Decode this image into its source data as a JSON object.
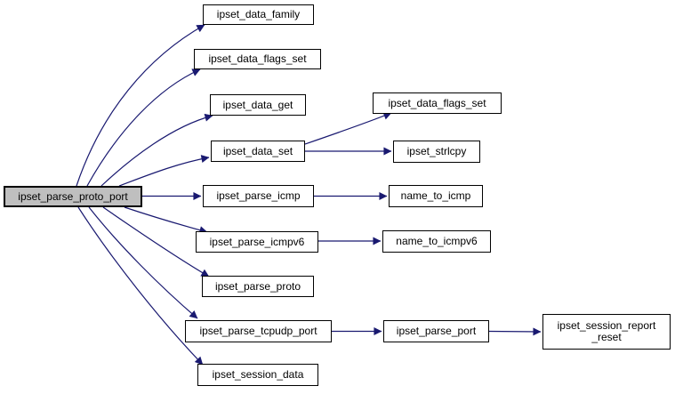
{
  "diagram": {
    "type": "doxygen-call-graph",
    "root": "ipset_parse_proto_port",
    "background": "#ffffff",
    "edge_color": "#191970",
    "node_style": {
      "fill": "#ffffff",
      "border": "#000000",
      "text_color": "#000000"
    },
    "highlight_style": {
      "fill": "#bfbfbf"
    },
    "nodes": {
      "parse_proto_port": {
        "label": "ipset_parse_proto_port",
        "highlighted": true
      },
      "data_family": {
        "label": "ipset_data_family"
      },
      "data_flags_set_1": {
        "label": "ipset_data_flags_set"
      },
      "data_get": {
        "label": "ipset_data_get"
      },
      "data_set": {
        "label": "ipset_data_set"
      },
      "parse_icmp": {
        "label": "ipset_parse_icmp"
      },
      "parse_icmpv6": {
        "label": "ipset_parse_icmpv6"
      },
      "parse_proto": {
        "label": "ipset_parse_proto"
      },
      "parse_tcpudp_port": {
        "label": "ipset_parse_tcpudp_port"
      },
      "session_data": {
        "label": "ipset_session_data"
      },
      "data_flags_set_2": {
        "label": "ipset_data_flags_set"
      },
      "strlcpy": {
        "label": "ipset_strlcpy"
      },
      "name_to_icmp": {
        "label": "name_to_icmp"
      },
      "name_to_icmpv6": {
        "label": "name_to_icmpv6"
      },
      "parse_port": {
        "label": "ipset_parse_port"
      },
      "session_report_reset": {
        "label": "ipset_session_report_reset",
        "lines": [
          "ipset_session_report",
          "_reset"
        ]
      }
    },
    "edges": [
      {
        "from": "ipset_parse_proto_port",
        "to": "ipset_data_family"
      },
      {
        "from": "ipset_parse_proto_port",
        "to": "ipset_data_flags_set"
      },
      {
        "from": "ipset_parse_proto_port",
        "to": "ipset_data_get"
      },
      {
        "from": "ipset_parse_proto_port",
        "to": "ipset_data_set"
      },
      {
        "from": "ipset_parse_proto_port",
        "to": "ipset_parse_icmp"
      },
      {
        "from": "ipset_parse_proto_port",
        "to": "ipset_parse_icmpv6"
      },
      {
        "from": "ipset_parse_proto_port",
        "to": "ipset_parse_proto"
      },
      {
        "from": "ipset_parse_proto_port",
        "to": "ipset_parse_tcpudp_port"
      },
      {
        "from": "ipset_parse_proto_port",
        "to": "ipset_session_data"
      },
      {
        "from": "ipset_data_set",
        "to": "ipset_data_flags_set"
      },
      {
        "from": "ipset_data_set",
        "to": "ipset_strlcpy"
      },
      {
        "from": "ipset_parse_icmp",
        "to": "name_to_icmp"
      },
      {
        "from": "ipset_parse_icmpv6",
        "to": "name_to_icmpv6"
      },
      {
        "from": "ipset_parse_tcpudp_port",
        "to": "ipset_parse_port"
      },
      {
        "from": "ipset_parse_port",
        "to": "ipset_session_report_reset"
      }
    ]
  }
}
